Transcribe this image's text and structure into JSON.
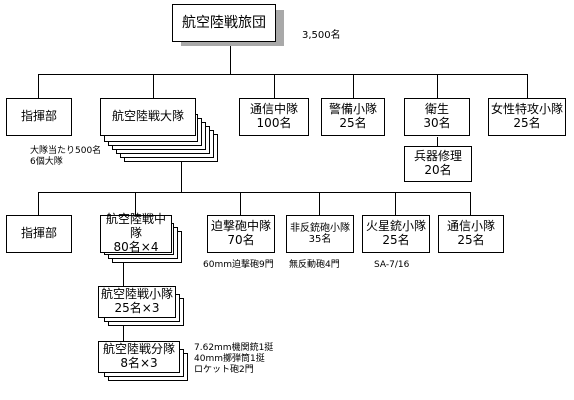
{
  "root": {
    "title": "航空陸戦旅団",
    "strength": "3,500名"
  },
  "level1": {
    "hq": "指揮部",
    "battalion": "航空陸戦大隊",
    "battalion_note": [
      "大隊当たり500名",
      "6個大隊"
    ],
    "signal": {
      "name": "通信中隊",
      "count": "100名"
    },
    "guard": {
      "name": "警備小隊",
      "count": "25名"
    },
    "medical": {
      "name": "衛生",
      "count": "30名"
    },
    "female": {
      "name": "女性特攻小隊",
      "count": "25名"
    },
    "ordnance": {
      "name": "兵器修理",
      "count": "20名"
    }
  },
  "level2": {
    "hq": "指揮部",
    "company": {
      "name": "航空陸戦中隊",
      "count": "80名×4"
    },
    "mortar": {
      "name": "迫撃砲中隊",
      "count": "70名"
    },
    "recoilless": {
      "name": "非反銃砲小隊",
      "count": "35名"
    },
    "sam": {
      "name": "火星銃小隊",
      "count": "25名"
    },
    "signal": {
      "name": "通信小隊",
      "count": "25名"
    },
    "mortar_note": "60mm迫撃砲9門",
    "recoilless_note": "無反動砲4門",
    "sam_note": "SA-7/16"
  },
  "level3": {
    "platoon": {
      "name": "航空陸戦小隊",
      "count": "25名×3"
    },
    "squad": {
      "name": "航空陸戦分隊",
      "count": "8名×3"
    },
    "squad_note": [
      "7.62mm機関銃1挺",
      "40mm擲弾筒1挺",
      "ロケット砲2門"
    ]
  }
}
